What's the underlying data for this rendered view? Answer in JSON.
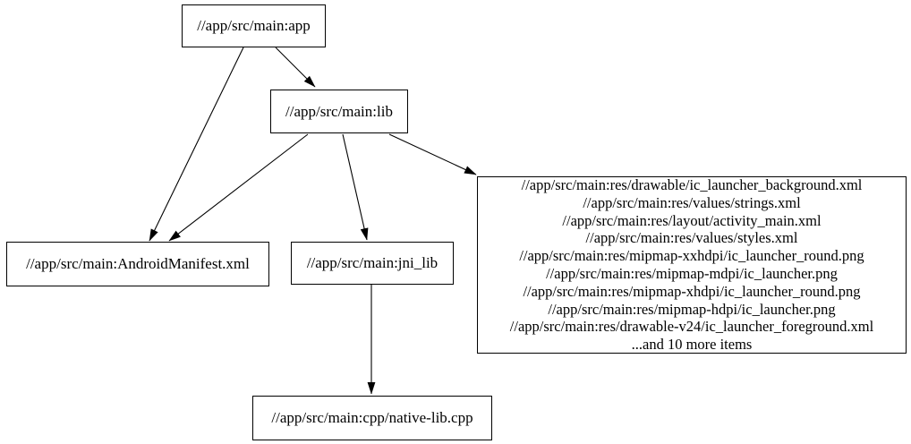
{
  "graph": {
    "background_color": "#ffffff",
    "node_fill_color": "#ffffff",
    "node_border_color": "#000000",
    "edge_color": "#000000",
    "nodes": {
      "app": {
        "label": "//app/src/main:app"
      },
      "lib": {
        "label": "//app/src/main:lib"
      },
      "android_manifest": {
        "label": "//app/src/main:AndroidManifest.xml"
      },
      "jni_lib": {
        "label": "//app/src/main:jni_lib"
      },
      "resources": {
        "lines": [
          "//app/src/main:res/drawable/ic_launcher_background.xml",
          "//app/src/main:res/values/strings.xml",
          "//app/src/main:res/layout/activity_main.xml",
          "//app/src/main:res/values/styles.xml",
          "//app/src/main:res/mipmap-xxhdpi/ic_launcher_round.png",
          "//app/src/main:res/mipmap-mdpi/ic_launcher.png",
          "//app/src/main:res/mipmap-xhdpi/ic_launcher_round.png",
          "//app/src/main:res/mipmap-hdpi/ic_launcher.png",
          "//app/src/main:res/drawable-v24/ic_launcher_foreground.xml",
          "...and 10 more items"
        ]
      },
      "native_lib": {
        "label": "//app/src/main:cpp/native-lib.cpp"
      }
    },
    "edges": [
      {
        "from": "app",
        "to": "lib"
      },
      {
        "from": "app",
        "to": "android_manifest"
      },
      {
        "from": "lib",
        "to": "android_manifest"
      },
      {
        "from": "lib",
        "to": "jni_lib"
      },
      {
        "from": "lib",
        "to": "resources"
      },
      {
        "from": "jni_lib",
        "to": "native_lib"
      }
    ]
  }
}
